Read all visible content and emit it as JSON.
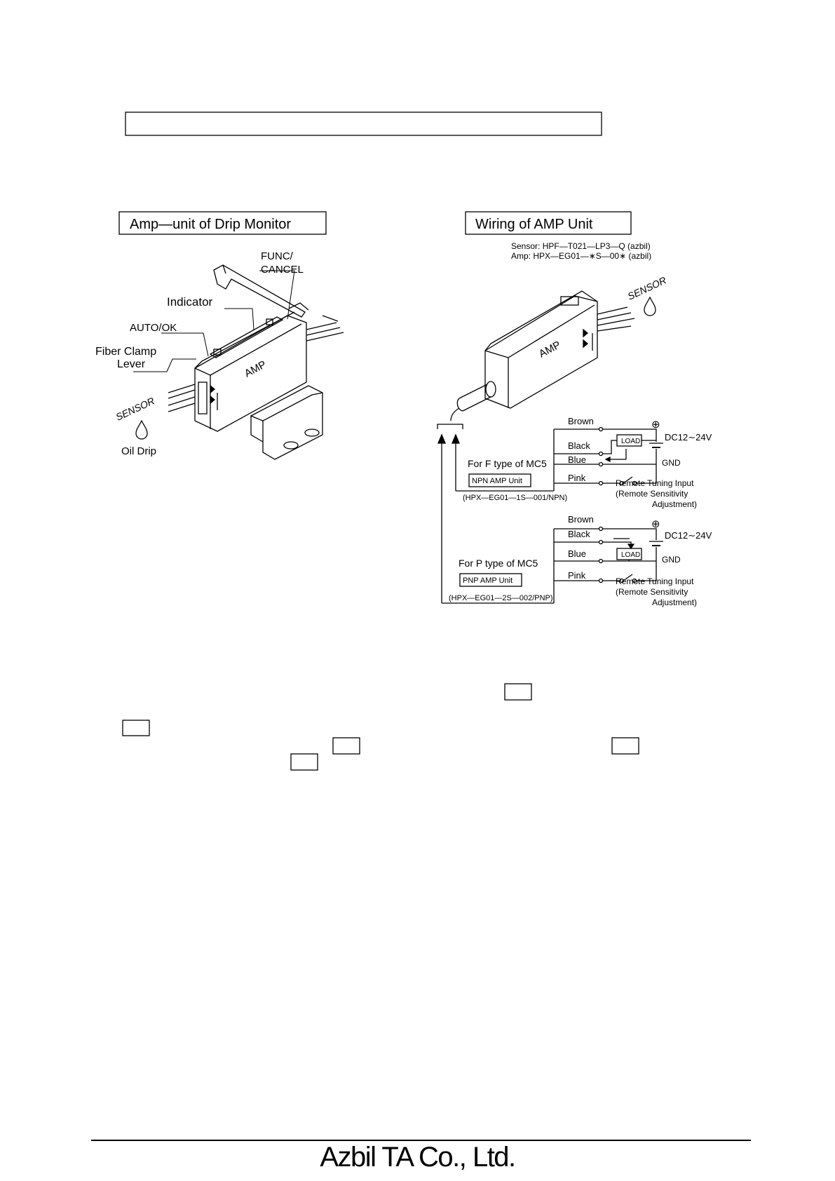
{
  "header": {
    "title_box_text": ""
  },
  "left_panel": {
    "title": "Amp—unit of Drip Monitor",
    "labels": {
      "func_cancel_line1": "FUNC/",
      "func_cancel_line2": "CANCEL",
      "indicator": "Indicator",
      "auto_ok": "AUTO/OK",
      "fiber_clamp_line1": "Fiber Clamp",
      "fiber_clamp_line2": "Lever",
      "amp": "AMP",
      "sensor": "SENSOR",
      "oil_drip": "Oil Drip"
    }
  },
  "right_panel": {
    "title": "Wiring of AMP Unit",
    "sensor_model": "Sensor: HPF—T021—LP3—Q (azbil)",
    "amp_model": "Amp: HPX—EG01—∗S—00∗ (azbil)",
    "amp": "AMP",
    "sensor": "SENSOR",
    "npn": {
      "wire_brown": "Brown",
      "wire_black": "Black",
      "wire_blue": "Blue",
      "wire_pink": "Pink",
      "load": "LOAD",
      "plus": "⊕",
      "supply": "DC12∼24V",
      "gnd": "GND",
      "remote_line1": "Remote Tuning Input",
      "remote_line2": "(Remote Sensitivity",
      "remote_line3": "Adjustment)",
      "type_caption": "For F type of MC5",
      "unit_label": "NPN AMP Unit",
      "model": "(HPX—EG01—1S—001/NPN)"
    },
    "pnp": {
      "wire_brown": "Brown",
      "wire_black": "Black",
      "wire_blue": "Blue",
      "wire_pink": "Pink",
      "load": "LOAD",
      "plus": "⊕",
      "supply": "DC12∼24V",
      "gnd": "GND",
      "remote_line1": "Remote Tuning Input",
      "remote_line2": "(Remote Sensitivity",
      "remote_line3": "Adjustment)",
      "type_caption": "For P type of MC5",
      "unit_label": "PNP AMP Unit",
      "model": "(HPX—EG01—2S—002/PNP)"
    }
  },
  "footer": {
    "company": "Azbil TA Co., Ltd."
  }
}
